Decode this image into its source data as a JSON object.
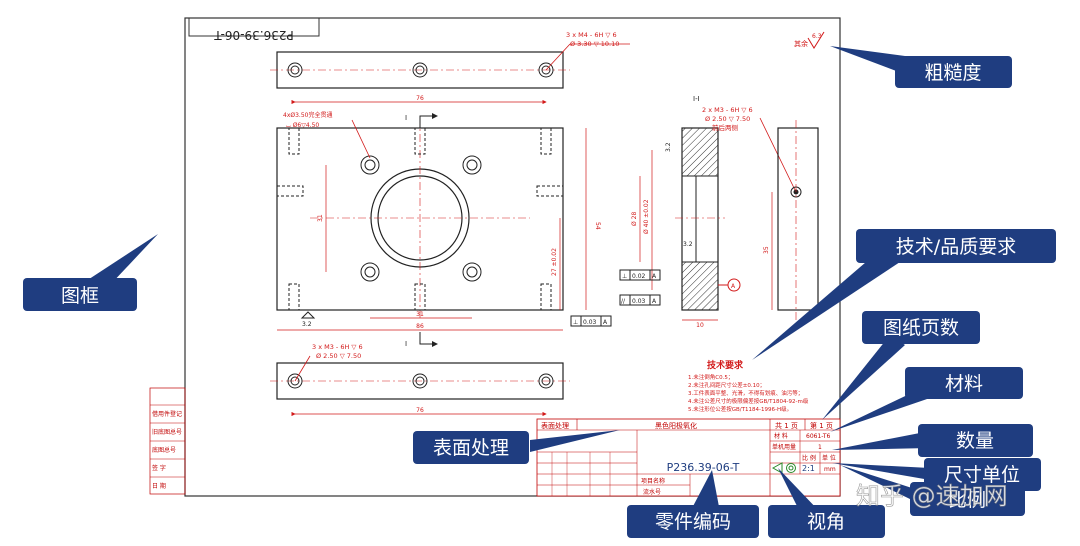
{
  "drawing": {
    "code_top_mirrored": "P236.39-06-T",
    "roughness_symbol_text": "其余",
    "roughness_value": "6.3",
    "dims": {
      "top_note_line1": "3 x  M4 - 6H ▽ 6",
      "top_note_line2": "Ø 3.30 ▽ 10.10",
      "top_width": "76",
      "hole_note_line1": "4xØ3.50完全贯通",
      "hole_note_line2": "⌴ Ø6▽4.50",
      "section_mark": "I",
      "section_mark_bottom": "I",
      "height_54": "54",
      "height_31": "31",
      "height_27": "27 ±0.02",
      "width_31": "31",
      "width_86": "86",
      "rough_left": "3.2",
      "perp_tol": "0.03",
      "perp_datum": "A",
      "bottom_note_line1": "3 x  M3 - 6H ▽ 6",
      "bottom_note_line2": "Ø 2.50 ▽ 7.50",
      "bottom_width": "76",
      "section_title": "I-I",
      "side_note_line1": "2 x  M3 - 6H ▽ 6",
      "side_note_line2": "Ø 2.50 ▽ 7.50",
      "side_note_line3": "前后两侧",
      "rough_section1": "3.2",
      "rough_section2": "3.2",
      "dia_28": "Ø 28",
      "dia_40": "Ø 40 ±0.02",
      "sec_tol1": "0.02",
      "sec_tol1_datum": "A",
      "sec_tol2": "0.03",
      "sec_tol2_datum": "A",
      "sec_width": "10",
      "datum_a": "A",
      "side_height": "35"
    },
    "tech_req": {
      "title": "技术要求",
      "lines": [
        "1.未注倒角C0.5；",
        "2.未注孔间距尺寸公差±0.10；",
        "3.工件表面平整、光滑，不得有划痕、油污等；",
        "4.未注公差尺寸的极限偏差按GB/T1804-92-m级",
        "5.未注形位公差按GB/T1184-1996-H级。"
      ]
    },
    "title_block": {
      "surface_label": "表面处理",
      "surface_value": "黑色阳极氧化",
      "pages": "共 1 页",
      "page_no": "第 1 页",
      "material_label": "材  料",
      "material_value": "6061-T6",
      "qty_label": "单机用量",
      "qty_value": "1",
      "scale_label": "比  例",
      "scale_value": "2:1",
      "unit_label": "单  位",
      "unit_value": "mm",
      "part_code": "P236.39-06-T",
      "project_label": "项目名称",
      "serial_label": "流水号"
    },
    "side_table": [
      "借用件登记",
      "旧底图总号",
      "底图总号",
      "签  字",
      "日  期"
    ]
  },
  "callouts": {
    "frame": "图框",
    "roughness": "粗糙度",
    "tech": "技术/品质要求",
    "pages": "图纸页数",
    "material": "材料",
    "quantity": "数量",
    "unit": "尺寸单位",
    "scale": "比例",
    "surface": "表面处理",
    "part_code": "零件编码",
    "view": "视角"
  },
  "watermark": "知乎 @速加网",
  "colors": {
    "callout_fill": "#1f3d80",
    "drawing_line": "#222222",
    "dim_red": "#d21a1a"
  }
}
